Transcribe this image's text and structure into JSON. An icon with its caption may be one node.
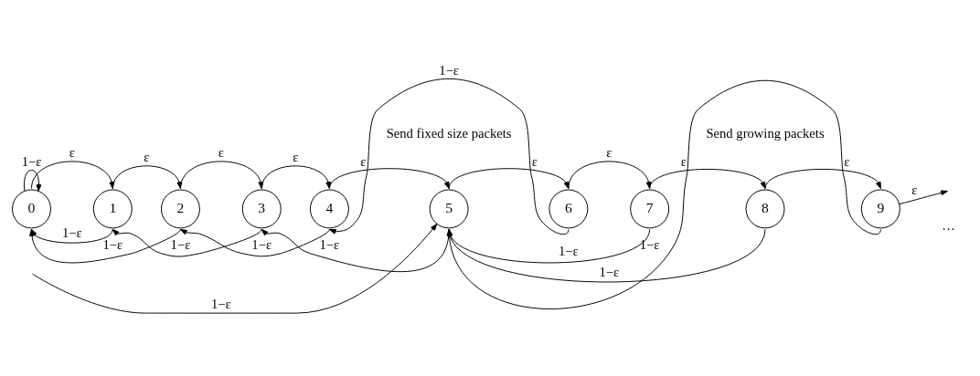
{
  "diagram": {
    "nodes": [
      {
        "text": [
          "0"
        ]
      },
      {
        "text": [
          "1"
        ]
      },
      {
        "text": [
          "2"
        ]
      },
      {
        "text": [
          "3"
        ]
      },
      {
        "text": [
          "4"
        ]
      },
      {
        "text": [
          "5"
        ]
      },
      {
        "text": [
          "6"
        ]
      },
      {
        "text": [
          "7"
        ]
      },
      {
        "text": [
          "8"
        ]
      },
      {
        "text": [
          "9"
        ]
      }
    ],
    "edges": [
      {
        "from": 0,
        "to": 1,
        "arrow": "to",
        "label": "ε"
      },
      {
        "from": 1,
        "to": 2,
        "arrow": "to",
        "label": "ε"
      },
      {
        "from": 2,
        "to": 3,
        "arrow": "to",
        "label": "ε"
      },
      {
        "from": 3,
        "to": 4,
        "arrow": "to",
        "label": "ε"
      },
      {
        "from": 4,
        "to": 5,
        "arrow": "to",
        "label": "ε"
      },
      {
        "from": 5,
        "to": 6,
        "arrow": "to",
        "label": "ε"
      },
      {
        "from": 6,
        "to": 7,
        "arrow": "to",
        "label": "ε"
      },
      {
        "from": 7,
        "to": 8,
        "arrow": "to",
        "label": "ε"
      },
      {
        "from": 8,
        "to": 9,
        "arrow": "to",
        "label": "ε"
      },
      {
        "from": 9,
        "to": null,
        "arrow": "to",
        "label": "ε"
      },
      {
        "from": 0,
        "to": 0,
        "arrow": "to",
        "label": "1−ε"
      },
      {
        "from": 1,
        "to": 0,
        "arrow": "to",
        "label": "1−ε"
      },
      {
        "from": 2,
        "to": 0,
        "arrow": "to",
        "label": "1−ε"
      },
      {
        "from": 3,
        "to": 1,
        "arrow": "to",
        "label": "1−ε"
      },
      {
        "from": 4,
        "to": 2,
        "arrow": "to",
        "label": "1−ε"
      },
      {
        "from": 5,
        "to": 3,
        "arrow": "to",
        "label": "1−ε"
      },
      {
        "from": 6,
        "to": 4,
        "arrow": "to",
        "label": "1−ε"
      },
      {
        "from": 7,
        "to": 5,
        "arrow": "to",
        "label": "1−ε"
      },
      {
        "from": 8,
        "to": 5,
        "arrow": "to",
        "label": "1−ε"
      },
      {
        "from": 9,
        "to": 5,
        "arrow": "to",
        "label": "1−ε"
      },
      {
        "from": null,
        "to": 5,
        "arrow": "to",
        "label": "1−ε"
      }
    ],
    "labels": [
      "Send fixed size packets",
      "Send growing packets",
      "…"
    ]
  }
}
